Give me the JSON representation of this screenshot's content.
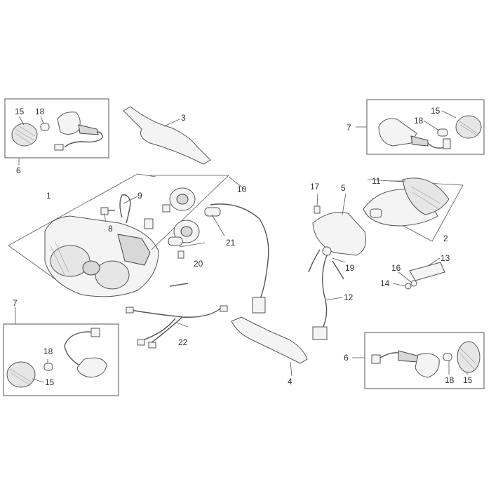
{
  "callouts": {
    "c1": "1",
    "c2": "2",
    "c3": "3",
    "c4": "4",
    "c5": "5",
    "c6a": "6",
    "c6b": "6",
    "c7a": "7",
    "c7b": "7",
    "c8": "8",
    "c9": "9",
    "c10": "10",
    "c11": "11",
    "c12": "12",
    "c13": "13",
    "c14": "14",
    "c16": "16",
    "c17": "17",
    "c19": "19",
    "c20": "20",
    "c21": "21",
    "c22": "22",
    "c15a": "15",
    "c15b": "15",
    "c15c": "15",
    "c15d": "15",
    "c18a": "18",
    "c18b": "18",
    "c18c": "18",
    "c18d": "18"
  }
}
